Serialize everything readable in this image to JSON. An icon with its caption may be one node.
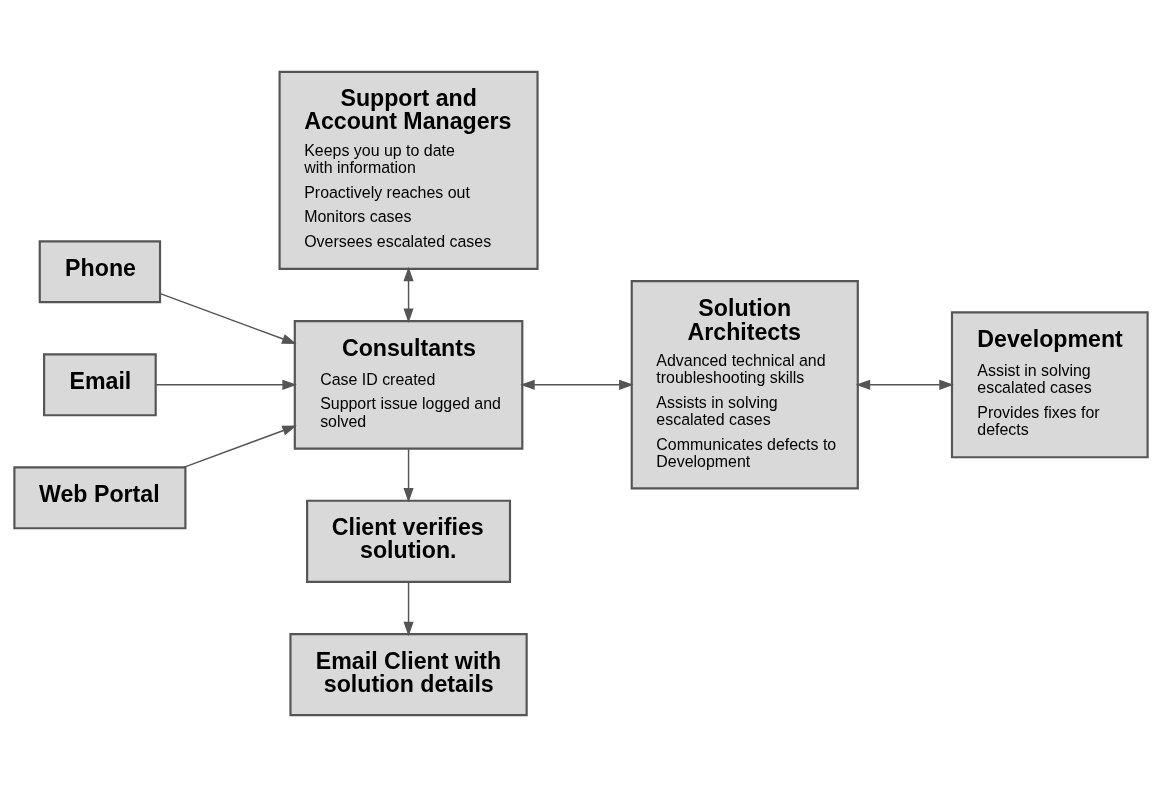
{
  "diagram": {
    "nodes": [
      {
        "text": [
          "Support and Account Managers",
          "Keeps you up to date with information",
          "Proactively reaches out",
          "Monitors cases",
          "Oversees escalated cases"
        ]
      },
      {
        "text": [
          "Phone"
        ]
      },
      {
        "text": [
          "Email"
        ]
      },
      {
        "text": [
          "Web Portal"
        ]
      },
      {
        "text": [
          "Consultants",
          "Case ID created",
          "Support issue logged and solved"
        ]
      },
      {
        "text": [
          "Solution Architects",
          "Advanced technical and troubleshooting skills",
          "Assists in solving escalated cases",
          "Communicates defects to Development"
        ]
      },
      {
        "text": [
          "Development",
          "Assist in solving escalated cases",
          "Provides fixes for defects"
        ]
      },
      {
        "text": [
          "Client verifies solution."
        ]
      },
      {
        "text": [
          "Email Client with solution details"
        ]
      }
    ],
    "edges": [
      {
        "from": 0,
        "to": 4,
        "arrow": "both"
      },
      {
        "from": 1,
        "to": 4,
        "arrow": "to"
      },
      {
        "from": 2,
        "to": 4,
        "arrow": "to"
      },
      {
        "from": 3,
        "to": 4,
        "arrow": "to"
      },
      {
        "from": 4,
        "to": 5,
        "arrow": "both"
      },
      {
        "from": 5,
        "to": 6,
        "arrow": "both"
      },
      {
        "from": 4,
        "to": 7,
        "arrow": "to"
      },
      {
        "from": 7,
        "to": 8,
        "arrow": "to"
      }
    ]
  }
}
